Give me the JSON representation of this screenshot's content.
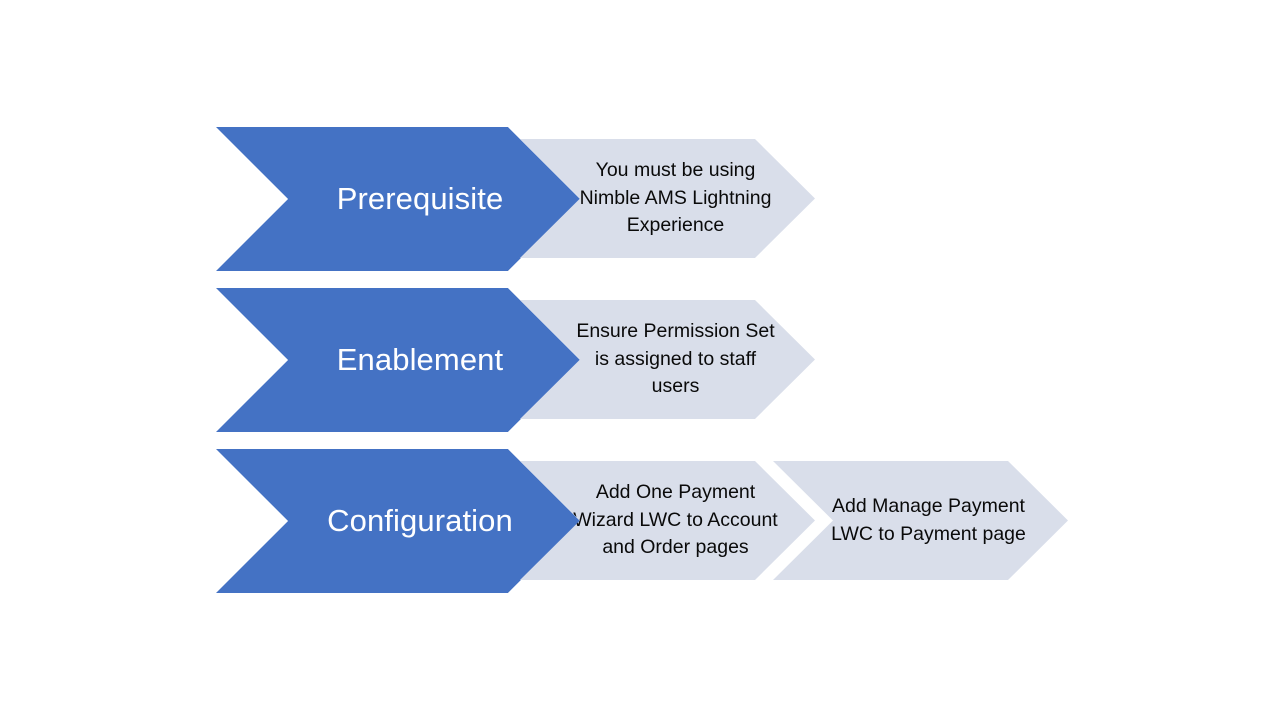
{
  "diagram": {
    "type": "chevron-process",
    "background_color": "#FFFFFF",
    "primary_color": "#4472C4",
    "secondary_color": "#D9DEEA",
    "primary_text_color": "#FFFFFF",
    "secondary_text_color": "#0A0A0A",
    "rows": [
      {
        "id": "prerequisite",
        "label": "Prerequisite",
        "steps": [
          {
            "text": "You must be using Nimble AMS Lightning Experience"
          }
        ]
      },
      {
        "id": "enablement",
        "label": "Enablement",
        "steps": [
          {
            "text": "Ensure Permission Set is assigned to staff users"
          }
        ]
      },
      {
        "id": "configuration",
        "label": "Configuration",
        "steps": [
          {
            "text": "Add One Payment Wizard LWC to Account and Order pages"
          },
          {
            "text": "Add Manage Payment LWC to Payment page"
          }
        ]
      }
    ]
  }
}
